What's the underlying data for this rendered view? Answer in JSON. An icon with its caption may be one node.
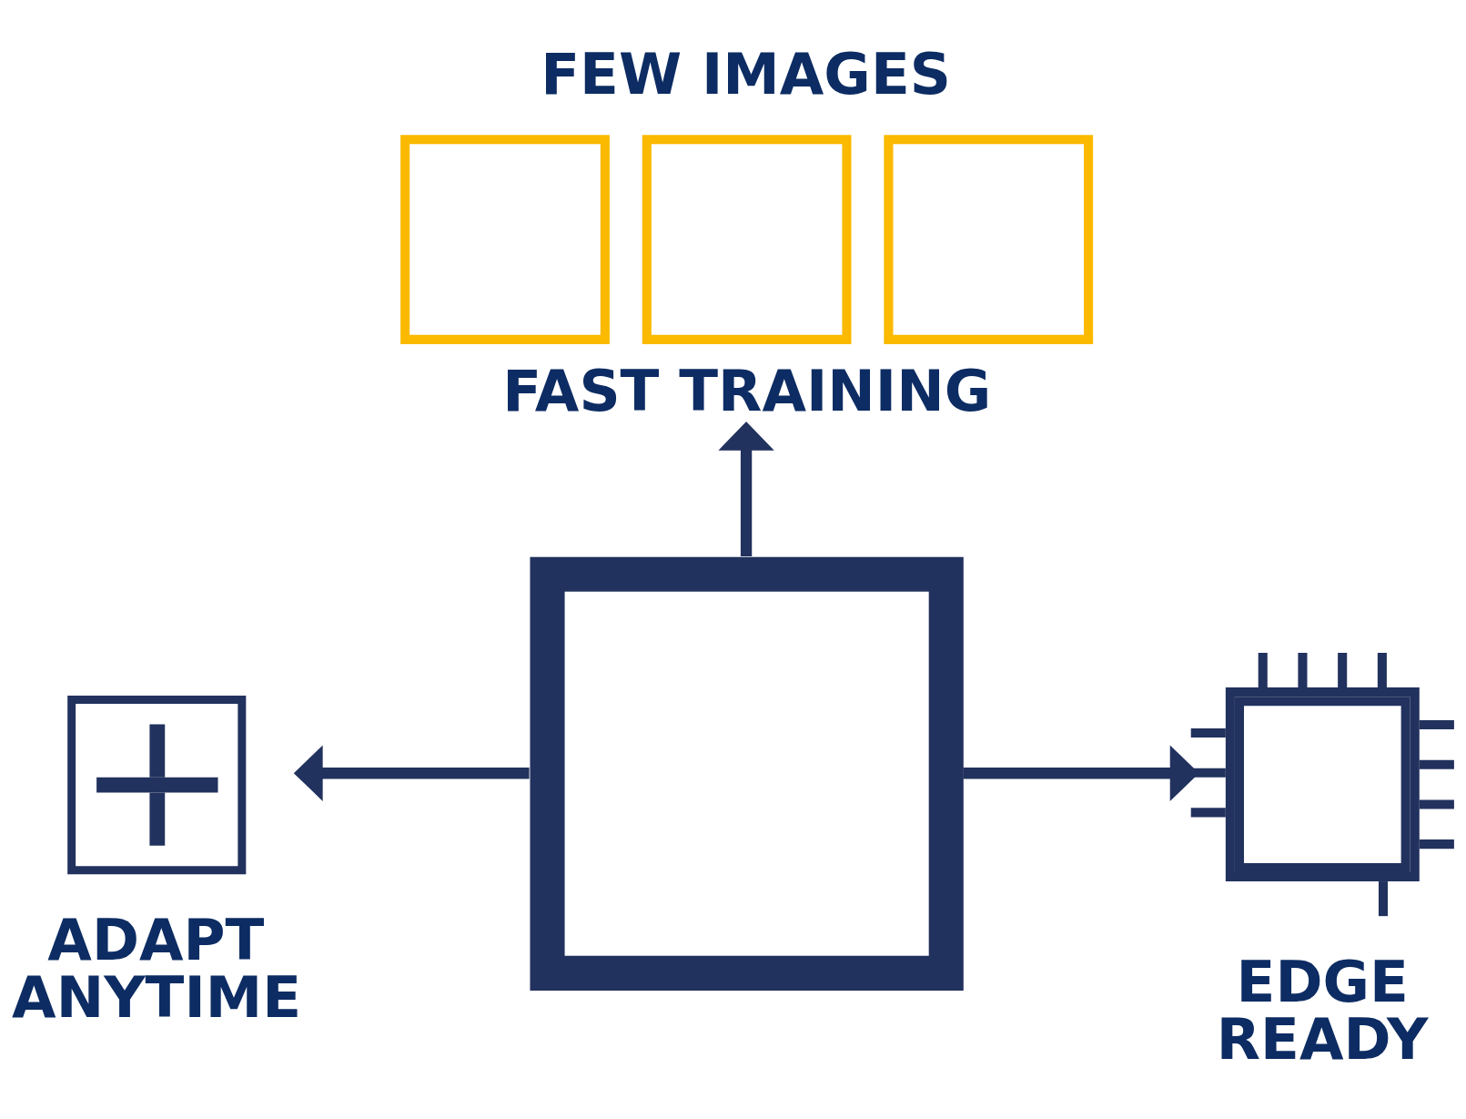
{
  "diagram": {
    "nodes": [
      {
        "text": [],
        "shape": "box"
      },
      {
        "text": [],
        "shape": "box"
      },
      {
        "text": [],
        "shape": "box"
      },
      {
        "text": [
          "FAST TRAINING"
        ]
      },
      {
        "text": [],
        "shape": "picture",
        "beside": [
          "ADAPT ANYTIME"
        ]
      },
      {
        "text": [],
        "shape": "box"
      },
      {
        "text": [],
        "shape": "picture",
        "beside": [
          "EDGE READY"
        ]
      }
    ],
    "edges": [
      {
        "from": 5,
        "to": 3,
        "arrow": "to"
      },
      {
        "from": 5,
        "to": 4,
        "arrow": "to"
      },
      {
        "from": 5,
        "to": 6,
        "arrow": "to"
      }
    ],
    "labels": [
      "FEW IMAGES"
    ]
  }
}
